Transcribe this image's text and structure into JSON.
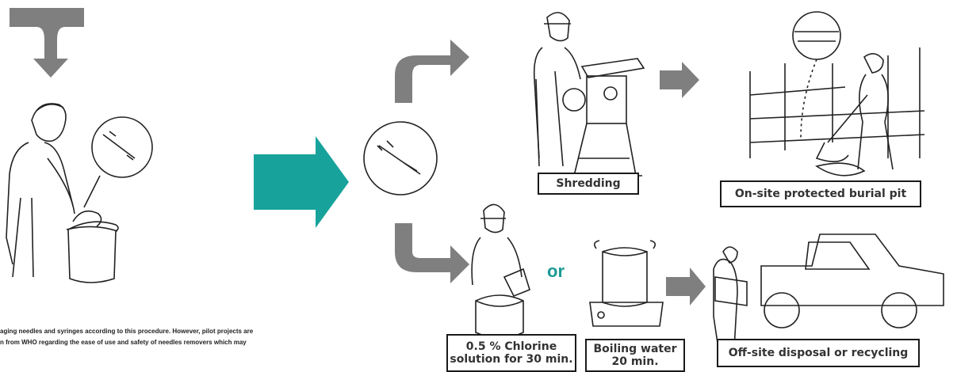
{
  "labels": {
    "shredding": "Shredding",
    "burial_pit": "On-site protected burial pit",
    "chlorine": "0.5 % Chlorine solution  for 30 min.",
    "boiling": "Boiling water 20 min.",
    "offsite": "Off-site disposal or recycling",
    "or": "or"
  },
  "note": {
    "line1": "aging needles and syringes according to this procedure. However, pilot projects are",
    "line2": "n from WHO regarding the ease of use and safety of needles removers which may"
  },
  "colors": {
    "gray_arrow": "#7f7f7f",
    "teal_arrow": "#17a39b",
    "or_text": "#1a9a93"
  }
}
